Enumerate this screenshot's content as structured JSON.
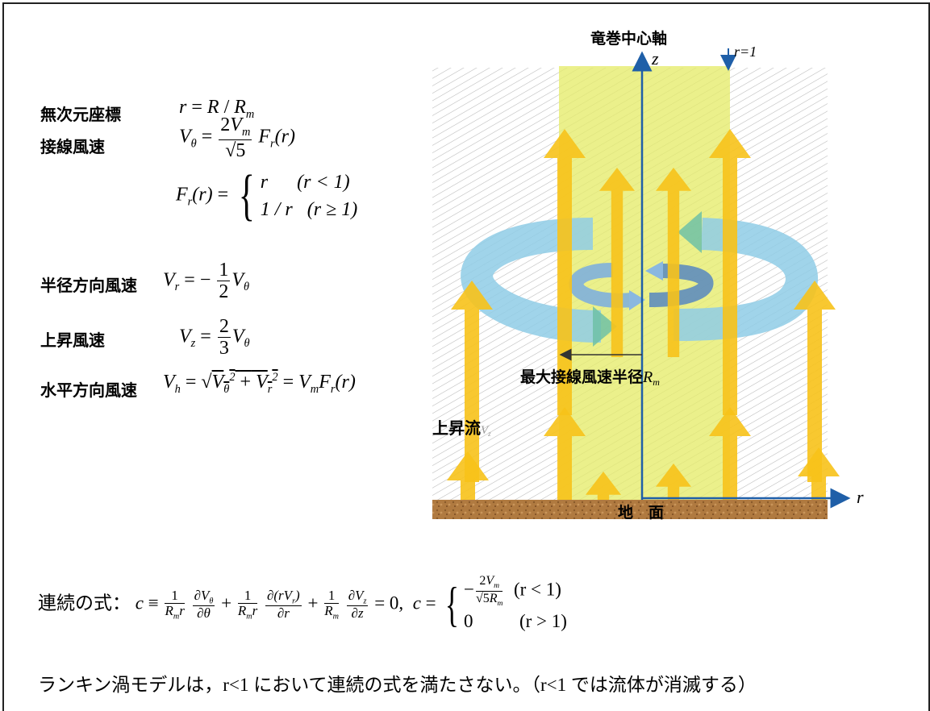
{
  "formulas": {
    "dimensionless": {
      "label": "無次元座標",
      "eq": "r = R / R_m"
    },
    "tangential": {
      "label": "接線風速",
      "eq": "V_θ = (2V_m/√5) F_r(r)"
    },
    "fr": {
      "case1": "r",
      "cond1": "(r < 1)",
      "case2": "1 / r",
      "cond2": "(r ≥ 1)"
    },
    "radial": {
      "label": "半径方向風速",
      "eq": "V_r = −(1/2) V_θ"
    },
    "updraft": {
      "label": "上昇風速",
      "eq": "V_z = (2/3) V_θ"
    },
    "horizontal": {
      "label": "水平方向風速",
      "eq": "V_h = √(V_θ² + V_r²) = V_m F_r(r)"
    }
  },
  "diagram": {
    "axis_label": "竜巻中心軸",
    "z_label": "z",
    "r_label": "r",
    "r1_label": "r=1",
    "rm_label": "最大接線風速半径",
    "rm_symbol": "R_m",
    "updraft_label": "上昇流",
    "updraft_symbol": "V_z",
    "ground_label": "地　面",
    "colors": {
      "axis": "#1f5fa8",
      "core": "#e6ec6a",
      "updraft_arrow": "#f7c21a",
      "rotation_outer": "#8fcde6",
      "rotation_inner": "#7fb0dc",
      "ground": "#b0763a"
    }
  },
  "continuity": {
    "label": "連続の式：",
    "eq": "c ≡ (1/(R_m r)) ∂V_θ/∂θ + (1/(R_m r)) ∂(rV_r)/∂r + (1/R_m) ∂V_z/∂z = 0,  c = { −2V_m/(√5 R_m) (r < 1) ; 0 (r > 1) }",
    "case1_cond": "(r < 1)",
    "case2_value": "0",
    "case2_cond": "(r > 1)"
  },
  "note": "ランキン渦モデルは，r<1 において連続の式を満たさない。（r<1 では流体が消滅する）"
}
